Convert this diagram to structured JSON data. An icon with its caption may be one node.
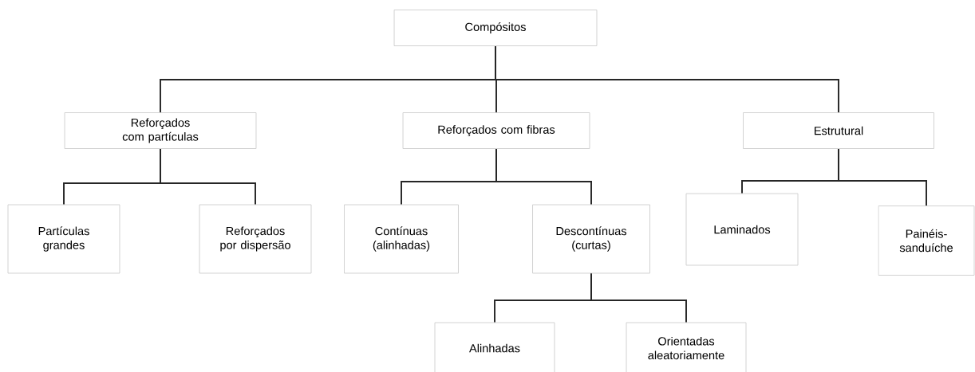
{
  "diagram": {
    "nodes": [
      {
        "text": [
          "Compósitos"
        ]
      },
      {
        "text": [
          "Reforçados com partículas"
        ]
      },
      {
        "text": [
          "Reforçados com fibras"
        ]
      },
      {
        "text": [
          "Estrutural"
        ]
      },
      {
        "text": [
          "Partículas grandes"
        ]
      },
      {
        "text": [
          "Reforçados por dispersão"
        ]
      },
      {
        "text": [
          "Contínuas (alinhadas)"
        ]
      },
      {
        "text": [
          "Descontínuas (curtas)"
        ]
      },
      {
        "text": [
          "Laminados"
        ]
      },
      {
        "text": [
          "Painéis-sanduíche"
        ]
      },
      {
        "text": [
          "Alinhadas"
        ]
      },
      {
        "text": [
          "Orientadas aleatoriamente"
        ]
      }
    ],
    "edges": [
      {
        "from": 0,
        "to": 1,
        "arrow": "none"
      },
      {
        "from": 0,
        "to": 2,
        "arrow": "none"
      },
      {
        "from": 0,
        "to": 3,
        "arrow": "none"
      },
      {
        "from": 1,
        "to": 4,
        "arrow": "none"
      },
      {
        "from": 1,
        "to": 5,
        "arrow": "none"
      },
      {
        "from": 2,
        "to": 6,
        "arrow": "none"
      },
      {
        "from": 2,
        "to": 7,
        "arrow": "none"
      },
      {
        "from": 3,
        "to": 8,
        "arrow": "none"
      },
      {
        "from": 3,
        "to": 9,
        "arrow": "none"
      },
      {
        "from": 7,
        "to": 10,
        "arrow": "none"
      },
      {
        "from": 7,
        "to": 11,
        "arrow": "none"
      }
    ]
  }
}
